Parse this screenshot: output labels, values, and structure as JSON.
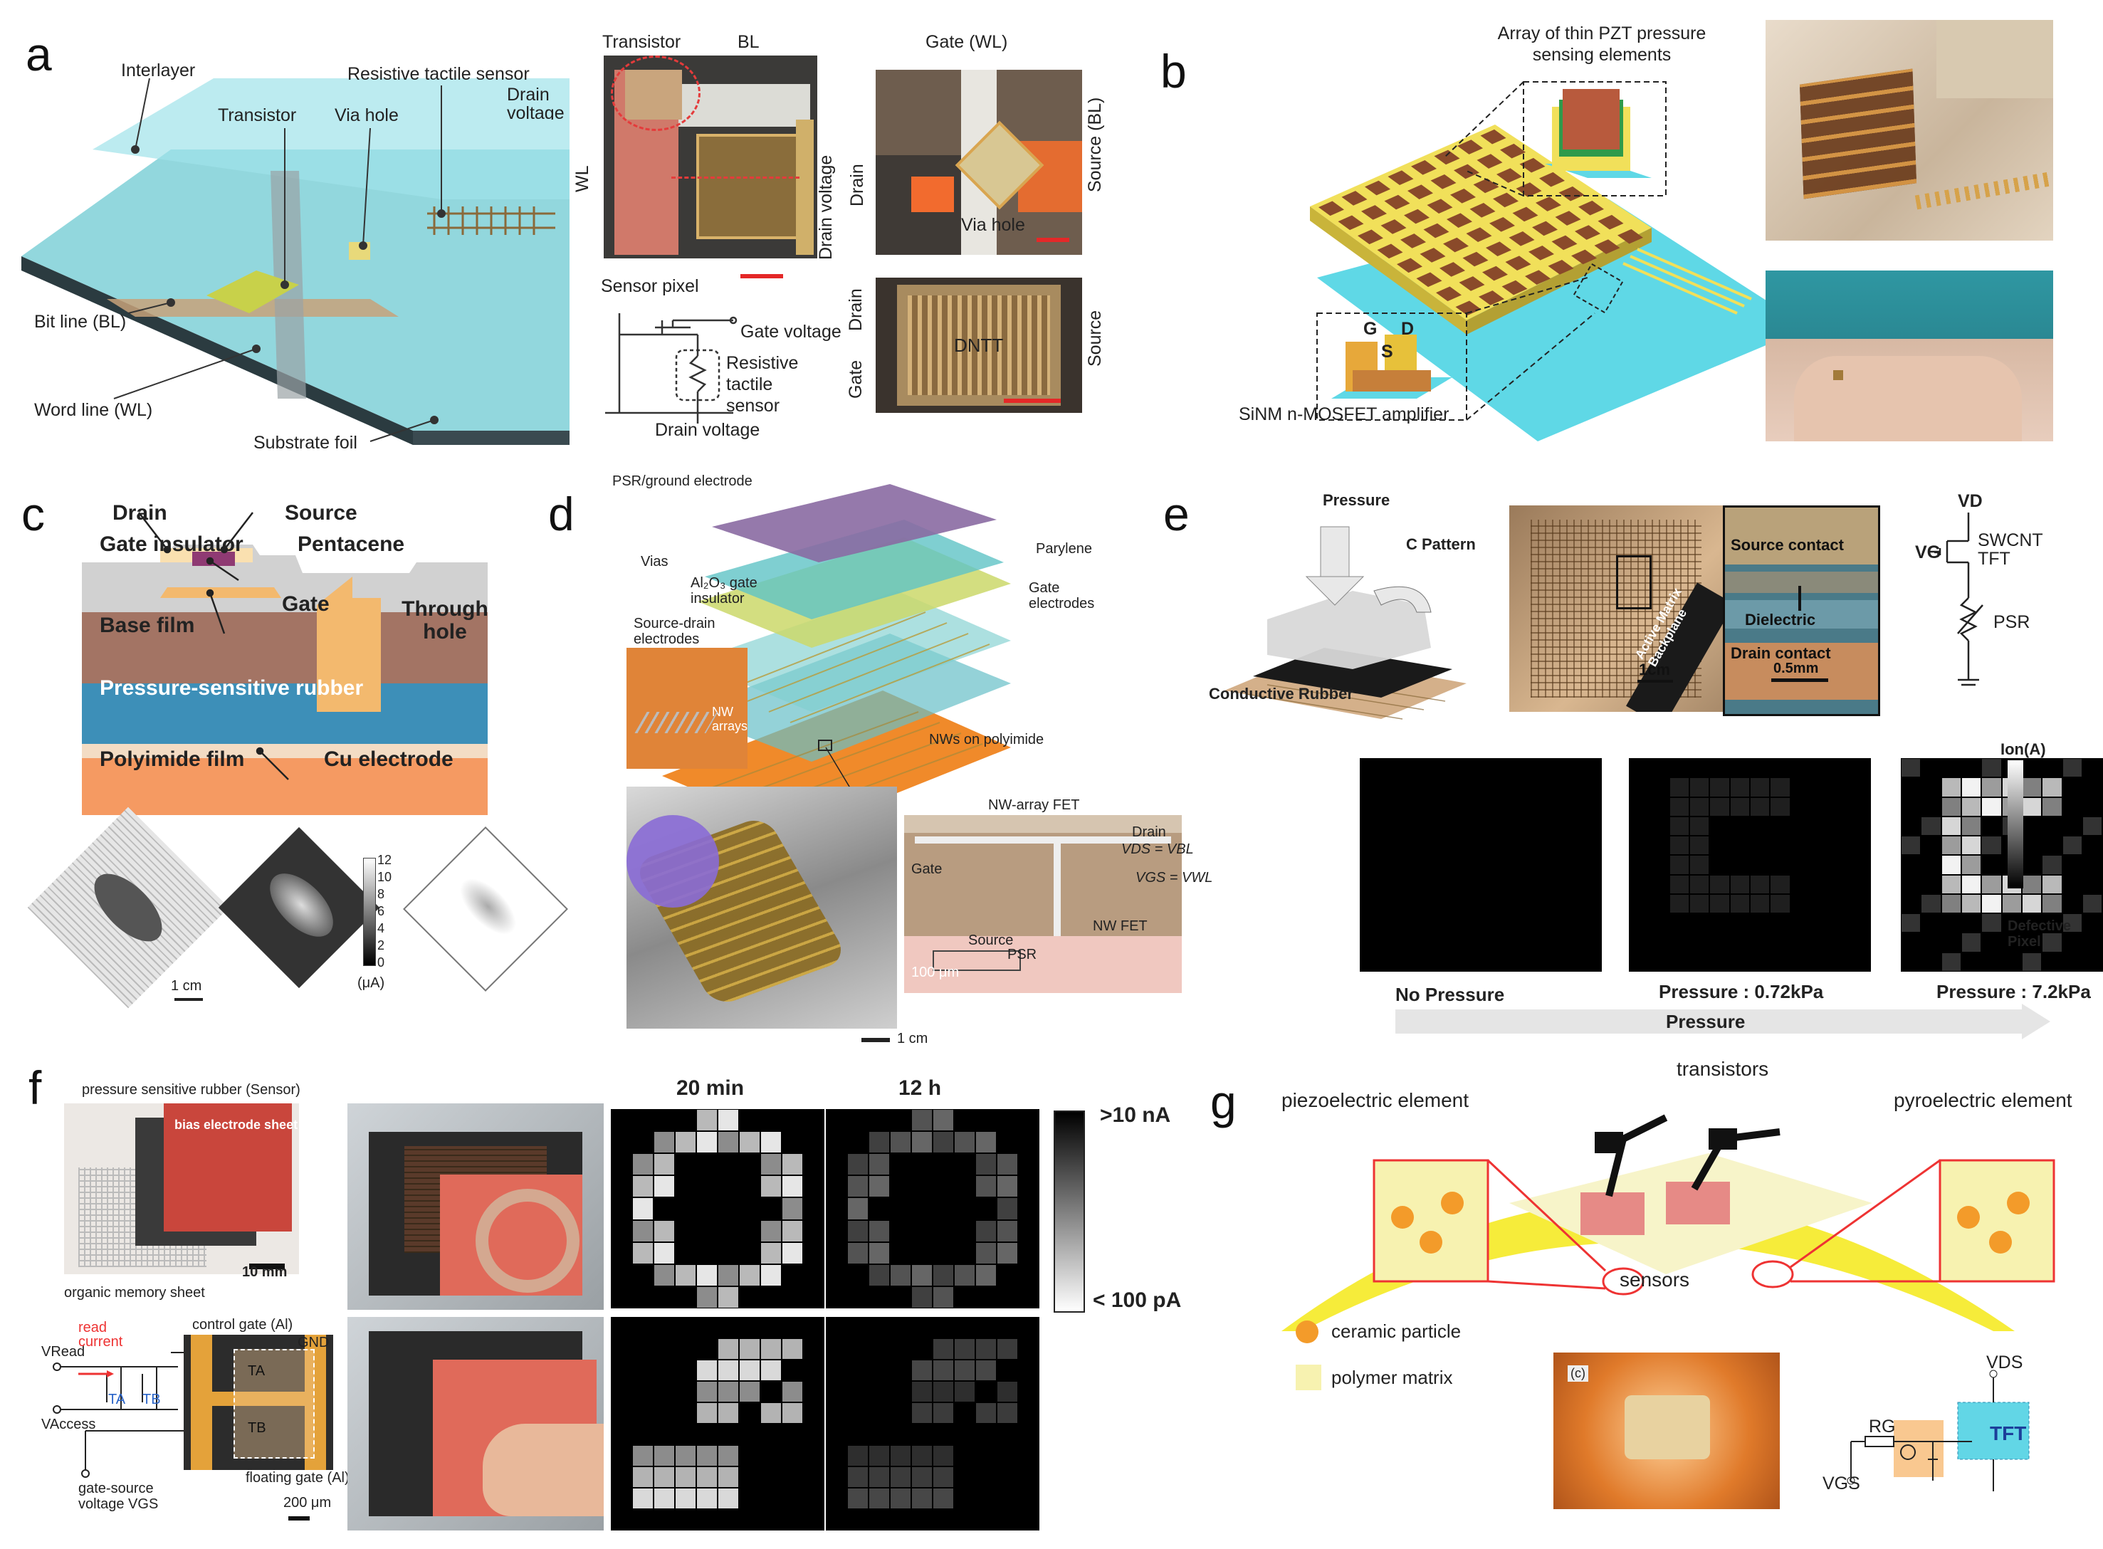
{
  "panels": {
    "a": {
      "letter": "a",
      "labels": {
        "interlayer": "Interlayer",
        "resistive_tactile_sensor": "Resistive tactile sensor",
        "drain_voltage_top": "Drain voltage",
        "transistor": "Transistor",
        "via_hole": "Via hole",
        "bit_line": "Bit line (BL)",
        "word_line": "Word line (WL)",
        "substrate_foil": "Substrate foil",
        "photo_transistor": "Transistor",
        "photo_bl": "BL",
        "photo_wl": "WL",
        "photo_drain_voltage": "Drain voltage",
        "photo_sensor_pixel": "Sensor pixel",
        "gate_wl": "Gate (WL)",
        "source_bl": "Source (BL)",
        "drain_side": "Drain",
        "via_hole_photo": "Via hole",
        "circuit_gate_voltage": "Gate voltage",
        "circuit_resistive": "Resistive tactile sensor",
        "circuit_drain_voltage": "Drain voltage",
        "dntt_drain": "Drain",
        "dntt": "DNTT",
        "dntt_gate": "Gate",
        "dntt_source": "Source"
      }
    },
    "b": {
      "letter": "b",
      "labels": {
        "array_title": "Array of thin PZT pressure sensing elements",
        "g": "G",
        "d": "D",
        "s": "S",
        "amplifier": "SiNM n-MOSFET amplifier"
      }
    },
    "c": {
      "letter": "c",
      "labels": {
        "drain": "Drain",
        "source": "Source",
        "gate_insulator": "Gate insulator",
        "pentacene": "Pentacene",
        "gate": "Gate",
        "base_film": "Base film",
        "through_hole": "Through hole",
        "pressure_rubber": "Pressure-sensitive rubber",
        "polyimide": "Polyimide film",
        "cu_electrode": "Cu electrode",
        "scale": "1 cm",
        "colorbar_ticks": [
          "12",
          "10",
          "8",
          "6",
          "4",
          "2",
          "0"
        ],
        "colorbar_unit": "(μA)"
      }
    },
    "d": {
      "letter": "d",
      "labels": {
        "psr": "PSR/ground electrode",
        "vias": "Vias",
        "parylene": "Parylene",
        "al2o3": "Al₂O₃ gate insulator",
        "gate_electrodes": "Gate electrodes",
        "source_drain": "Source-drain electrodes",
        "nw_arrays": "NW arrays",
        "nws_polyimide": "NWs on polyimide",
        "nw_fet_title": "NW-array FET",
        "drain": "Drain",
        "vds": "VDS = VBL",
        "gate": "Gate",
        "vgs": "VGS = VWL",
        "nw_fet": "NW FET",
        "source": "Source",
        "psr_small": "PSR",
        "scale_100": "100 μm",
        "scale_1cm": "1 cm"
      }
    },
    "e": {
      "letter": "e",
      "labels": {
        "pressure": "Pressure",
        "c_pattern": "C Pattern",
        "conductive_rubber": "Conductive Rubber",
        "active_matrix": "Active Matrix Backplane",
        "scale_1cm": "1cm",
        "source_contact": "Source contact",
        "dielectric": "Dielectric",
        "drain_contact": "Drain contact",
        "scale_05": "0.5mm",
        "vd": "VD",
        "vg": "VG",
        "swcnt": "SWCNT TFT",
        "psr": "PSR",
        "no_pressure": "No Pressure",
        "pressure_072": "Pressure : 0.72kPa",
        "pressure_72": "Pressure : 7.2kPa",
        "pressure_arrow": "Pressure",
        "ion": "Ion(A)",
        "defective": "Defective Pixel"
      }
    },
    "f": {
      "letter": "f",
      "labels": {
        "rubber": "pressure sensitive rubber (Sensor)",
        "bias_sheet": "bias electrode sheet",
        "scale_10mm": "10 mm",
        "memory_sheet": "organic memory sheet",
        "vread": "VRead",
        "read_current": "read current",
        "vaccess": "VAccess",
        "ta": "TA",
        "tb": "TB",
        "gate_source": "gate-source voltage VGS",
        "control_gate": "control gate (Al)",
        "gnd": "GND",
        "floating_gate": "floating gate (Al)",
        "scale_200": "200 μm",
        "t20": "20 min",
        "t12": "12 h",
        "max": ">10 nA",
        "min": "< 100 pA"
      }
    },
    "g": {
      "letter": "g",
      "labels": {
        "transistors": "transistors",
        "piezo": "piezoelectric element",
        "pyro": "pyroelectric element",
        "sensors": "sensors",
        "ceramic": "ceramic particle",
        "polymer": "polymer matrix",
        "photo_c": "(c)",
        "vds": "VDS",
        "rg": "RG",
        "tft": "TFT",
        "vgs": "VGS"
      }
    }
  },
  "colors": {
    "cyan": "#67d7e0",
    "pink": "#e9a08a",
    "orange": "#f39b53",
    "yellow": "#f7ea8a",
    "red": "#e0463a",
    "lightblue": "#6ec8d8"
  },
  "heatmaps": {
    "c_lip": "lip-pressure-map",
    "e_maps": [
      "no-pressure-map",
      "0.72kPa-map",
      "7.2kPa-map"
    ],
    "f_maps": [
      "tape-20min",
      "tape-12h",
      "finger-20min",
      "finger-12h"
    ]
  }
}
